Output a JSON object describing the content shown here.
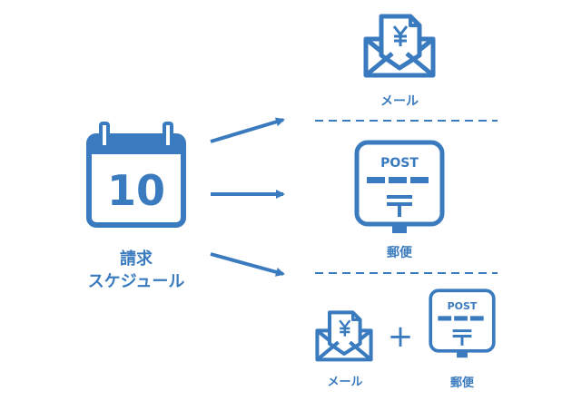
{
  "colors": {
    "primary": "#3a7bbf",
    "background": "#ffffff"
  },
  "source": {
    "calendar_number": "10",
    "label_line1": "請求",
    "label_line2": "スケジュール",
    "icon": "calendar-icon"
  },
  "options": [
    {
      "icon": "envelope-yen-icon",
      "label": "メール"
    },
    {
      "icon": "postbox-icon",
      "post_text": "POST",
      "label": "郵便"
    },
    {
      "plus": "+",
      "mail": {
        "icon": "envelope-yen-icon",
        "label": "メール"
      },
      "post": {
        "icon": "postbox-icon",
        "post_text": "POST",
        "label": "郵便"
      }
    }
  ]
}
